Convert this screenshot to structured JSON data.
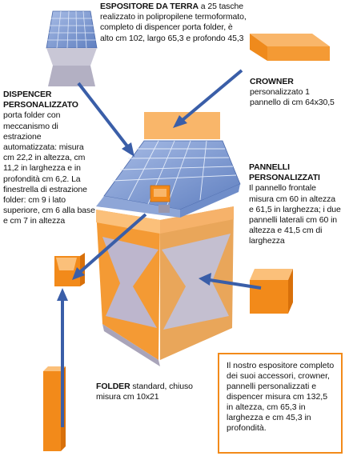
{
  "espositore": {
    "title": "ESPOSITORE DA TERRA",
    "text": " a 25 tasche realizzato in polipropilene termoformato, completo di dispencer porta folder, è alto cm 102, largo 65,3 e profondo 45,3"
  },
  "crowner": {
    "title": "CROWNER",
    "text": "personalizzato 1 pannello di cm 64x30,5"
  },
  "dispencer": {
    "title": "DISPENCER PERSONALIZZATO",
    "text": "porta folder con meccanismo di estrazione automatizzata: misura cm 22,2 in altezza, cm 11,2 in larghezza e in profondità cm 6,2. La finestrella di estrazione folder: cm 9 i lato superiore, cm 6 alla base e cm 7 in altezza"
  },
  "pannelli": {
    "title": "PANNELLI PERSONALIZZATI",
    "text": "Il pannello frontale misura cm 60 in altezza e 61,5 in larghezza; i due pannelli laterali cm 60 in altezza e 41,5 cm di larghezza"
  },
  "folder": {
    "title": "FOLDER",
    "text": " standard, chiuso misura cm 10x21"
  },
  "summary": {
    "text": "Il nostro espositore completo dei suoi accessori, crowner, pannelli personalizzati e dispencer misura cm 132,5 in altezza, cm 65,3 in larghezza e cm 45,3 in profondità."
  },
  "colors": {
    "orange": "#f28a1a",
    "light_orange": "#f9b66a",
    "blue_arrow": "#3a5ea8",
    "grey_body": "#b7b3c4",
    "tray_blue": "#7b97cf"
  }
}
